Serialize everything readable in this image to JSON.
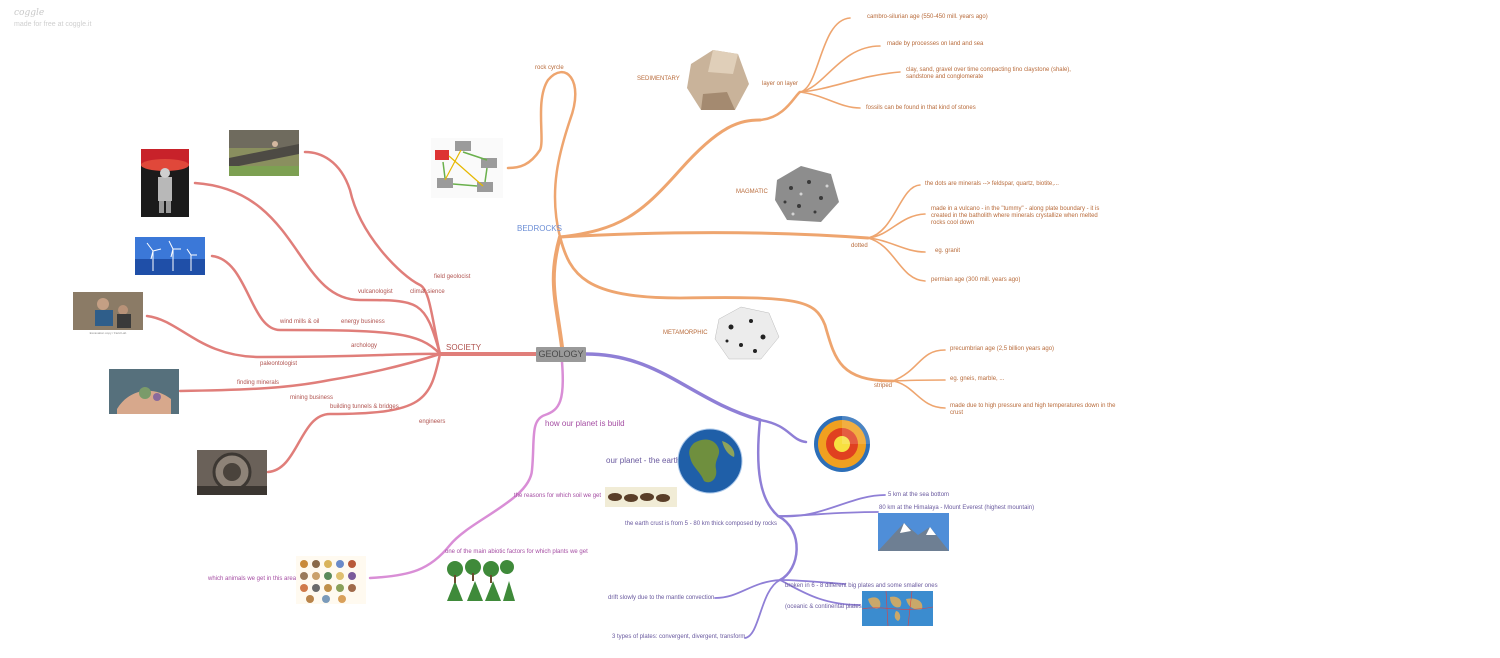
{
  "brand": {
    "logo": "coggle",
    "tagline": "made for free at coggle.it"
  },
  "colors": {
    "orange": "#eea56f",
    "red": "#e07e7a",
    "purple": "#8f7fd6",
    "magenta": "#d98ed6",
    "root": "#9a9a9a"
  },
  "root": {
    "label": "GEOLOGY"
  },
  "bedrocks": {
    "label": "BEDROCKS",
    "rock_cycle": "rock cyrcle",
    "sedimentary": {
      "label": "SEDIMENTARY",
      "layer": "layer on layer",
      "items": [
        "cambro-silurian age (550-450 mill. years ago)",
        "made by processes on land and sea",
        "clay, sand, gravel over time compacting tino claystone (shale), sandstone and conglomerate",
        "fossils can be found in that kind of stones"
      ]
    },
    "magmatic": {
      "label": "MAGMATIC",
      "dotted": "dotted",
      "items": [
        "the dots are minerals --> feldspar, quartz, biotite,...",
        "made in a vulcano - in the \"tummy\" - along plate boundary - it is created in the batholith where minerals crystallize when melted rocks cool down",
        "eg. granit",
        "permian age (300 mill. years ago)"
      ]
    },
    "metamorphic": {
      "label": "METAMORPHIC",
      "striped": "striped",
      "items": [
        "precumbrian age (2,5 billion years ago)",
        "eg. gneis, marble, ...",
        "made due to high pressure and high temperatures down in the crust"
      ]
    }
  },
  "society": {
    "label": "SOCIETY",
    "items": {
      "field_geolocist": "field geolocist",
      "climat_sience": "climat sience",
      "vulcanologist": "vulcanologist",
      "energy_business": "energy business",
      "wind_mills": "wind mills & oil",
      "archology": "archology",
      "paleontologist": "paleontologist",
      "mining_business": "mining business",
      "finding_minerals": "finding minerals",
      "building": "building tunnels & bridges",
      "engineers": "engineers"
    },
    "pic_caption": "Excavation copy / Field Lab"
  },
  "planet": {
    "label": "our planet - the earth",
    "crust": "the earth crust is from 5 - 80 km thick composed by rocks",
    "sea_bottom": "5 km at the sea bottom",
    "himalaya": "80 km at the Himalaya - Mount Everest (highest mountain)",
    "plates": "broken in 6 - 8 different big plates and some smaller ones",
    "plates_sub": "(oceanic & continental plates)",
    "drift": "drift slowly due to the mantle convection",
    "plate_types": "3 types of plates: convergent, divergent, transform"
  },
  "build": {
    "label": "how our planet is build",
    "soil": "the reasons for which soil we get",
    "abiotic": "one of the main abiotic factors for which plants we get",
    "animals": "which animals we get in this area"
  }
}
